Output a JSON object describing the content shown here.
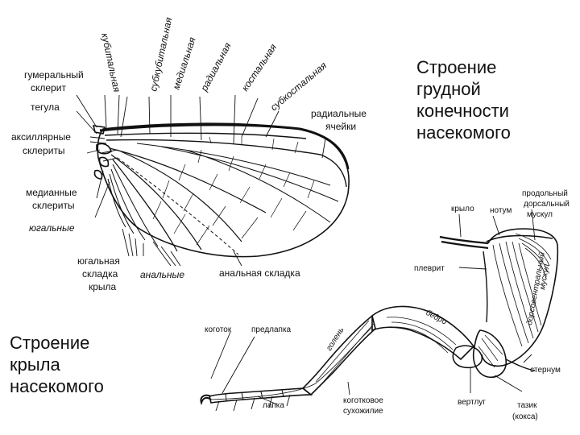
{
  "captions": {
    "leg": [
      "Строение",
      "грудной",
      "конечности",
      "насекомого"
    ],
    "wing": [
      "Строение",
      "крыла",
      "насекомого"
    ]
  },
  "wing_labels": {
    "humeral_sclerite": [
      "гумеральный",
      "склерит"
    ],
    "tegula": "тегула",
    "axillary_sclerites": [
      "аксиллярные",
      "склериты"
    ],
    "median_sclerites": [
      "медианные",
      "склериты"
    ],
    "jugal": "югальные",
    "jugal_fold": [
      "югальная",
      "складка",
      "крыла"
    ],
    "anal": "анальные",
    "anal_fold": "анальная складка",
    "radial_cells": [
      "радиальные",
      "ячейки"
    ],
    "cubital": "кубитальная",
    "subcubital": "субкубитальная",
    "medial": "медиальная",
    "radial": "радиальная",
    "costal": "костальная",
    "subcostal": "субкостальная"
  },
  "leg_labels": {
    "wing": "крыло",
    "notum": "нотум",
    "longitudinal_dorsal_muscle": [
      "продольный",
      "дорсальный",
      "мускул"
    ],
    "pleurite": "плеврит",
    "dorsoventral_muscle": [
      "дорсовентральный",
      "мускул"
    ],
    "femur": "бедро",
    "tibia": "голень",
    "claw": "коготок",
    "pretarsus": "предлапка",
    "tarsus": "лапка",
    "claw_tendon": [
      "коготковое",
      "сухожилие"
    ],
    "trochanter": "вертлуг",
    "sternum": "стернум",
    "coxa": [
      "тазик",
      "(кокса)"
    ]
  }
}
